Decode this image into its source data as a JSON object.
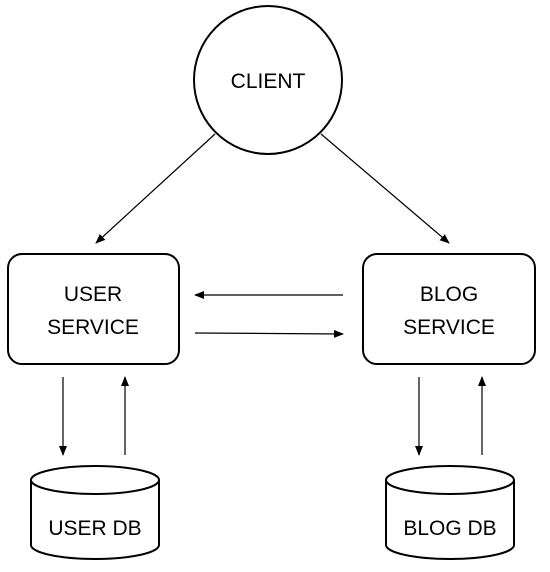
{
  "diagram": {
    "nodes": {
      "client": {
        "label": "CLIENT"
      },
      "user_service": {
        "label_line1": "USER",
        "label_line2": "SERVICE"
      },
      "blog_service": {
        "label_line1": "BLOG",
        "label_line2": "SERVICE"
      },
      "user_db": {
        "label": "USER DB"
      },
      "blog_db": {
        "label": "BLOG DB"
      }
    },
    "edges": [
      {
        "from": "client",
        "to": "user_service"
      },
      {
        "from": "client",
        "to": "blog_service"
      },
      {
        "from": "blog_service",
        "to": "user_service"
      },
      {
        "from": "user_service",
        "to": "blog_service"
      },
      {
        "from": "user_service",
        "to": "user_db"
      },
      {
        "from": "user_db",
        "to": "user_service"
      },
      {
        "from": "blog_service",
        "to": "blog_db"
      },
      {
        "from": "blog_db",
        "to": "blog_service"
      }
    ]
  }
}
